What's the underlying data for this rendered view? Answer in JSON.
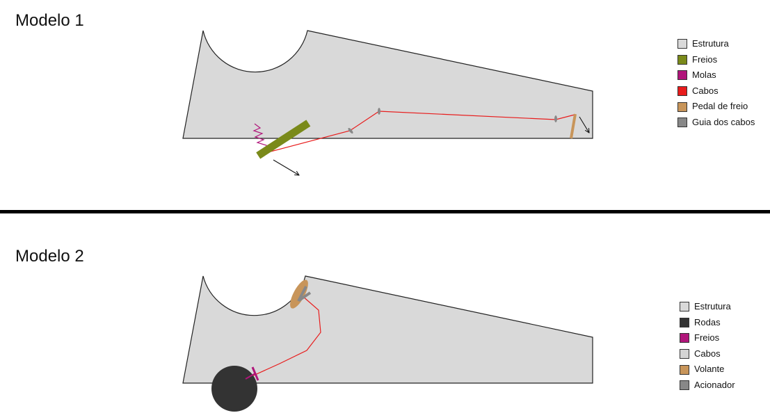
{
  "models": [
    {
      "title": "Modelo 1",
      "legend": [
        {
          "label": "Estrutura",
          "color": "#d9d9d9"
        },
        {
          "label": "Freios",
          "color": "#7a8a1a"
        },
        {
          "label": "Molas",
          "color": "#b0157a"
        },
        {
          "label": "Cabos",
          "color": "#e81c1c"
        },
        {
          "label": "Pedal de freio",
          "color": "#c8955a"
        },
        {
          "label": "Guia dos cabos",
          "color": "#888888"
        }
      ]
    },
    {
      "title": "Modelo 2",
      "legend": [
        {
          "label": "Estrutura",
          "color": "#d9d9d9"
        },
        {
          "label": "Rodas",
          "color": "#333333"
        },
        {
          "label": "Freios",
          "color": "#b0157a"
        },
        {
          "label": "Cabos",
          "color": "#d4d4d4"
        },
        {
          "label": "Volante",
          "color": "#c8955a"
        },
        {
          "label": "Acionador",
          "color": "#888888"
        }
      ]
    }
  ]
}
